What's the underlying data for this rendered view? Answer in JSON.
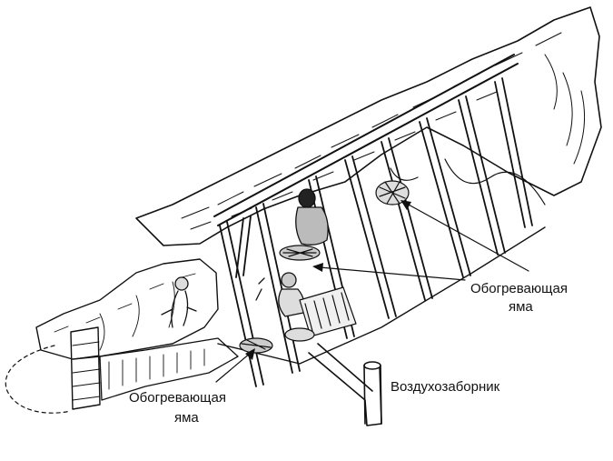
{
  "labels": {
    "heating_pit_right": [
      "Обогревающая",
      "яма"
    ],
    "heating_pit_left": [
      "Обогревающая",
      "яма"
    ],
    "air_intake": "Воздухозаборник"
  },
  "colors": {
    "ink": "#111111",
    "background": "#ffffff"
  }
}
